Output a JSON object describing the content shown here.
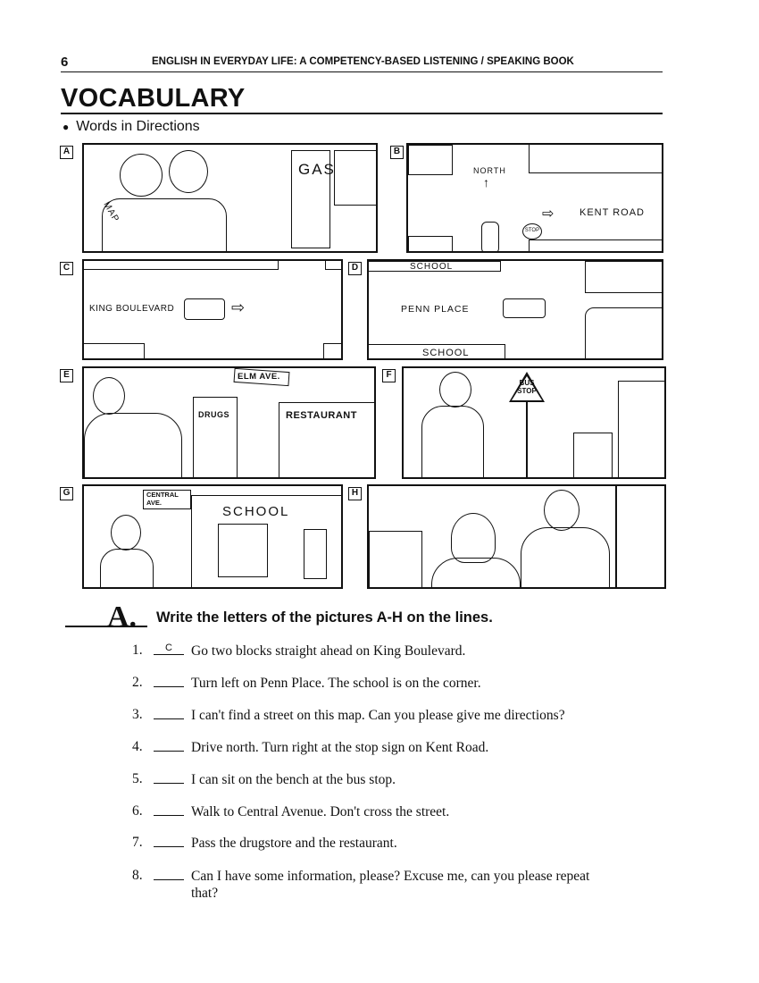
{
  "header": {
    "page_number": "6",
    "running_head": "ENGLISH IN EVERYDAY LIFE:  A COMPETENCY-BASED LISTENING / SPEAKING BOOK"
  },
  "title": "VOCABULARY",
  "subtitle": "Words in Directions",
  "bullet": "●",
  "panels": {
    "A": {
      "label": "A",
      "signs": [
        "GAS",
        "MAP"
      ]
    },
    "B": {
      "label": "B",
      "signs": [
        "NORTH",
        "KENT ROAD",
        "STOP"
      ]
    },
    "C": {
      "label": "C",
      "signs": [
        "KING BOULEVARD"
      ]
    },
    "D": {
      "label": "D",
      "signs": [
        "SCHOOL",
        "PENN PLACE",
        "SCHOOL"
      ]
    },
    "E": {
      "label": "E",
      "signs": [
        "ELM AVE.",
        "DRUGS",
        "RESTAURANT"
      ]
    },
    "F": {
      "label": "F",
      "signs": [
        "BUS STOP"
      ]
    },
    "G": {
      "label": "G",
      "signs": [
        "CENTRAL AVE.",
        "SCHOOL"
      ]
    },
    "H": {
      "label": "H",
      "signs": []
    }
  },
  "exercise": {
    "letter": "A.",
    "instruction": "Write the letters of the pictures A-H on the lines.",
    "items": [
      {
        "num": "1.",
        "answer": "C",
        "text": "Go two blocks straight ahead on King Boulevard."
      },
      {
        "num": "2.",
        "answer": "",
        "text": "Turn left on Penn Place. The school is on the corner."
      },
      {
        "num": "3.",
        "answer": "",
        "text": "I can't find a street on this map. Can you please give me directions?"
      },
      {
        "num": "4.",
        "answer": "",
        "text": "Drive north. Turn right at the stop sign on Kent Road."
      },
      {
        "num": "5.",
        "answer": "",
        "text": "I can sit on the bench at the bus stop."
      },
      {
        "num": "6.",
        "answer": "",
        "text": "Walk to Central Avenue. Don't cross the street."
      },
      {
        "num": "7.",
        "answer": "",
        "text": "Pass the drugstore and the restaurant."
      },
      {
        "num": "8.",
        "answer": "",
        "text": "Can I have some information, please? Excuse me, can you please repeat that?"
      }
    ]
  }
}
